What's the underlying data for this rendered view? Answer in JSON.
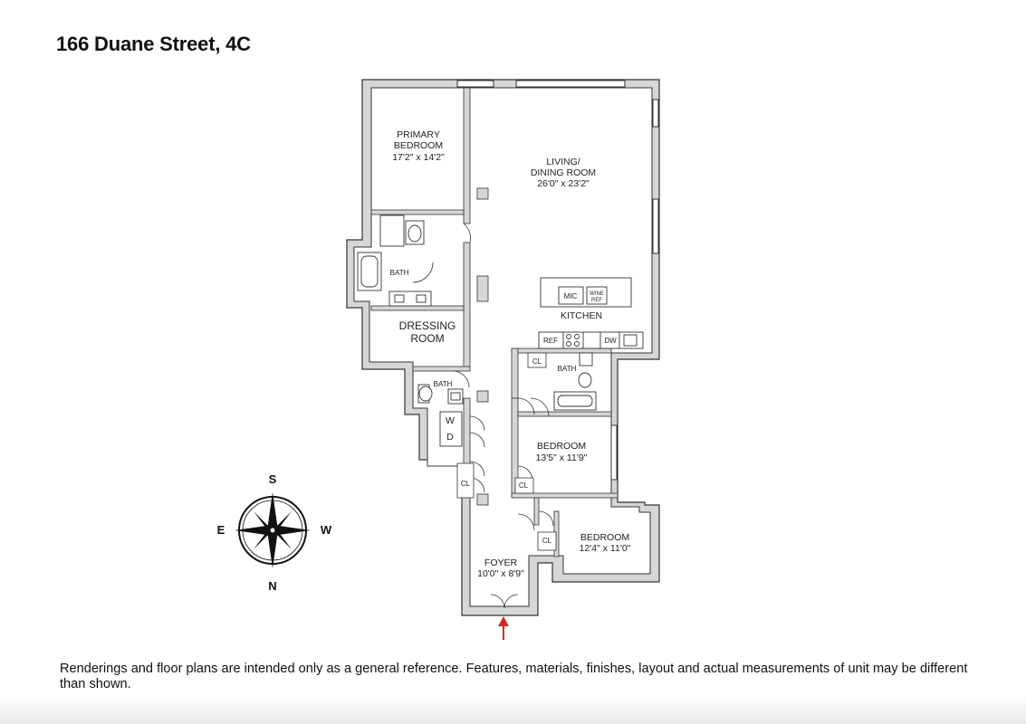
{
  "title": "166 Duane Street, 4C",
  "rooms": {
    "primary_bedroom": {
      "name_line1": "PRIMARY",
      "name_line2": "BEDROOM",
      "size": "17'2\" x 14'2\""
    },
    "living": {
      "name_line1": "LIVING/",
      "name_line2": "DINING ROOM",
      "size": "26'0\" x 23'2\""
    },
    "kitchen": "KITCHEN",
    "dressing_line1": "DRESSING",
    "dressing_line2": "ROOM",
    "bedroom2": {
      "name": "BEDROOM",
      "size": "13'5\" x 11'9\""
    },
    "bedroom3": {
      "name": "BEDROOM",
      "size": "12'4\" x 11'0\""
    },
    "foyer": {
      "name": "FOYER",
      "size": "10'0\" x 8'9\""
    }
  },
  "labels": {
    "bath": "BATH",
    "cl": "CL",
    "mic": "MIC",
    "wine1": "WINE",
    "wine2": "REF",
    "ref": "REF",
    "dw": "DW",
    "w": "W",
    "d": "D"
  },
  "compass": {
    "north": "N",
    "south": "S",
    "east": "E",
    "west": "W"
  },
  "disclaimer": "Renderings and floor plans are intended only as a general reference. Features, materials, finishes, layout and actual measurements of unit may be different than shown.",
  "colors": {
    "wall": "#d6d6d6",
    "line": "#333333",
    "entry_arrow": "#d9261c"
  }
}
